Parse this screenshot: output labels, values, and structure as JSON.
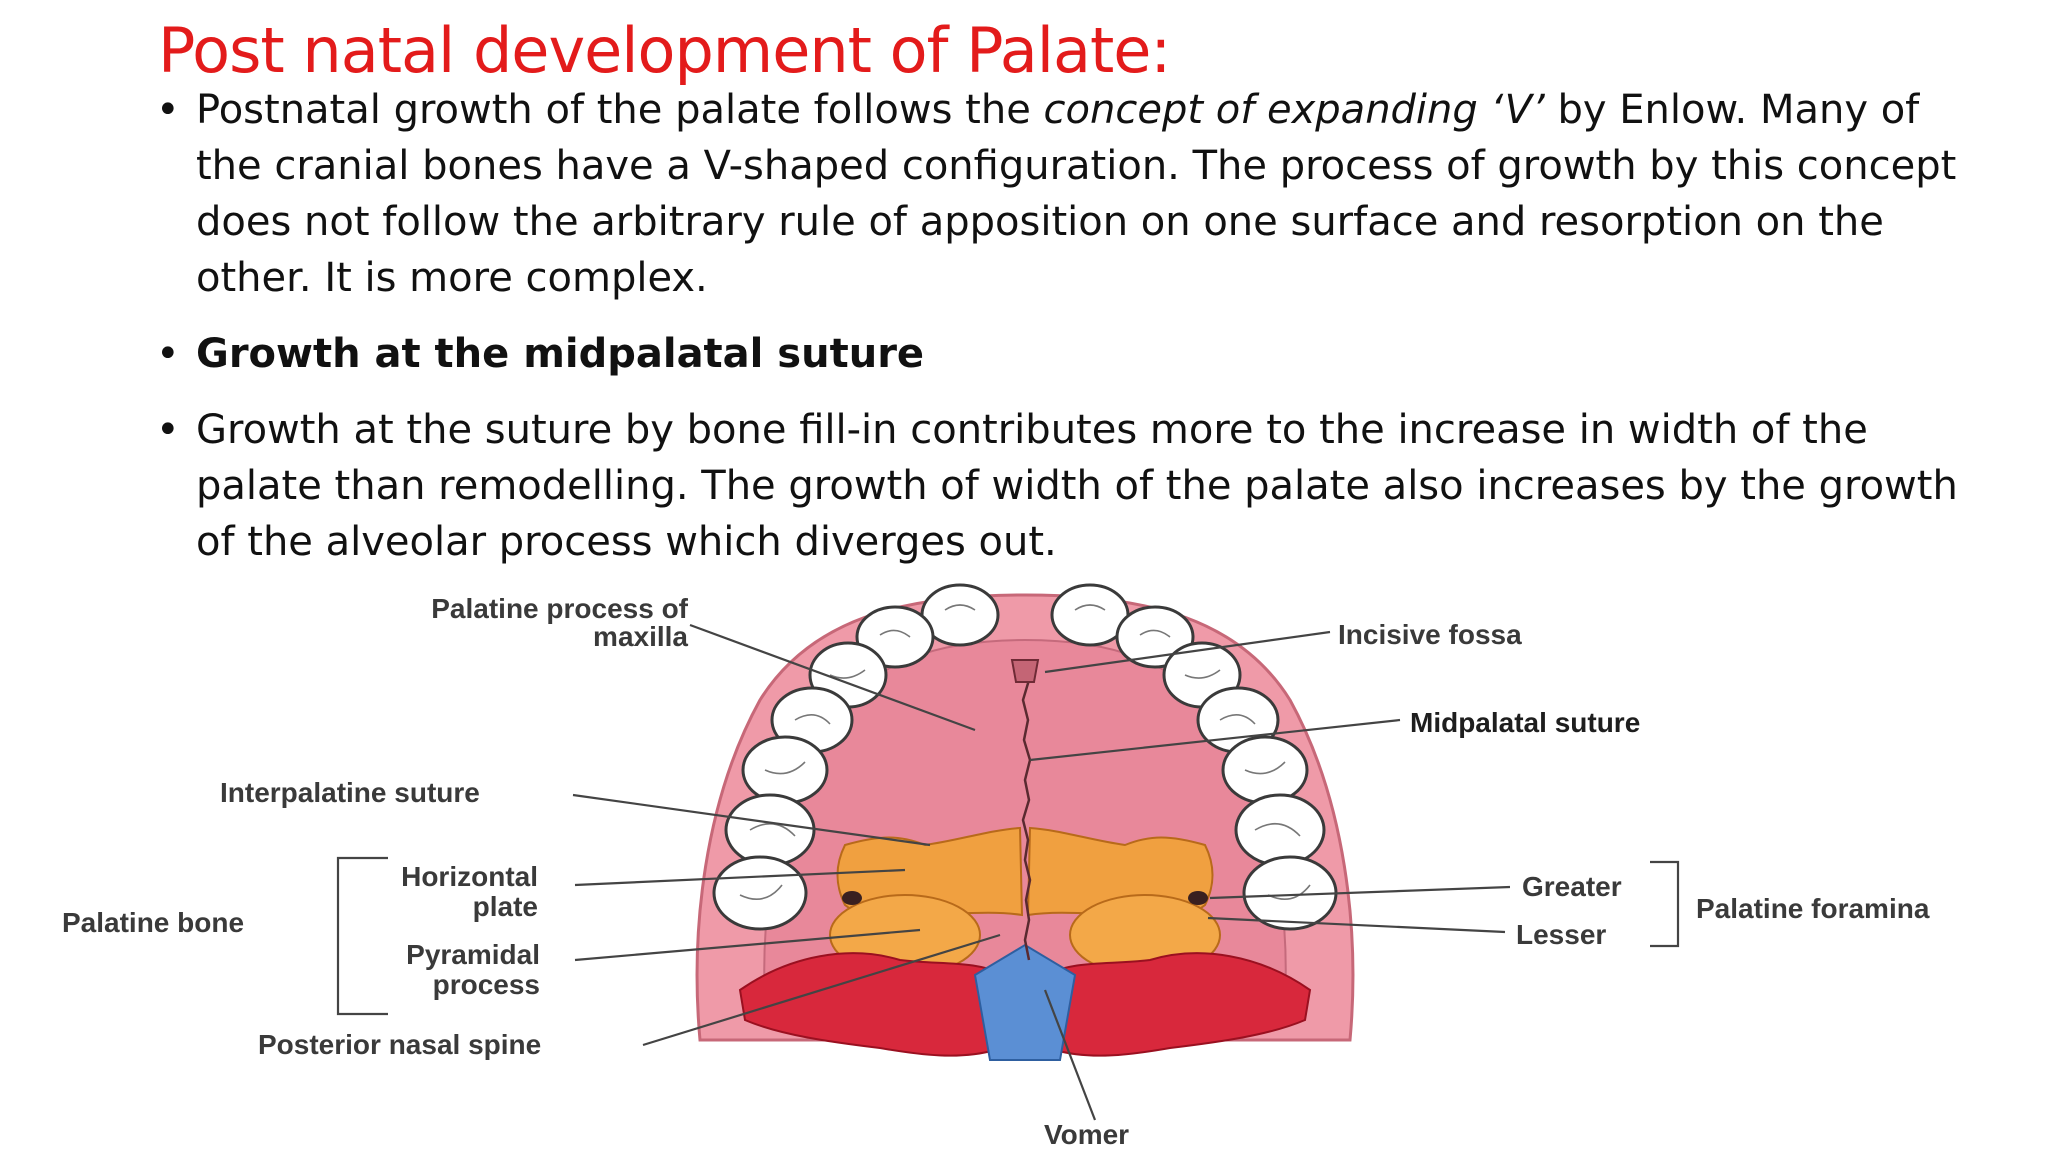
{
  "slide": {
    "title": "Post natal development of Palate:",
    "bullet1": {
      "pre": "Postnatal growth of the palate follows the ",
      "italic": "concept of expanding ‘V’",
      "post": " by Enlow. Many of the cranial bones have a V-shaped configuration. The process of growth by this concept does not follow the arbitrary rule of apposition on one surface and resorption on the other. It is more complex."
    },
    "bullet2": "Growth at the midpalatal suture",
    "bullet3": "Growth at the suture by bone fill-in contributes more to the increase in width of the palate than remodelling. The growth of width of the palate also increases by the growth of the alveolar process which diverges out."
  },
  "diagram": {
    "labels": {
      "palatine_process_l1": "Palatine process of",
      "palatine_process_l2": "maxilla",
      "incisive_fossa": "Incisive fossa",
      "midpalatal_suture": "Midpalatal suture",
      "interpalatine_suture": "Interpalatine suture",
      "horizontal_l1": "Horizontal",
      "horizontal_l2": "plate",
      "palatine_bone": "Palatine bone",
      "pyramidal_l1": "Pyramidal",
      "pyramidal_l2": "process",
      "posterior_nasal_spine": "Posterior nasal spine",
      "vomer": "Vomer",
      "greater": "Greater",
      "lesser": "Lesser",
      "palatine_foramina": "Palatine foramina"
    },
    "colors": {
      "palate": "#e88a9a",
      "alveolar": "#ef9aa8",
      "horizontal_plate": "#f0a040",
      "pyramidal": "#d8283c",
      "vomer": "#5b8fd4",
      "teeth": "#ffffff"
    }
  }
}
